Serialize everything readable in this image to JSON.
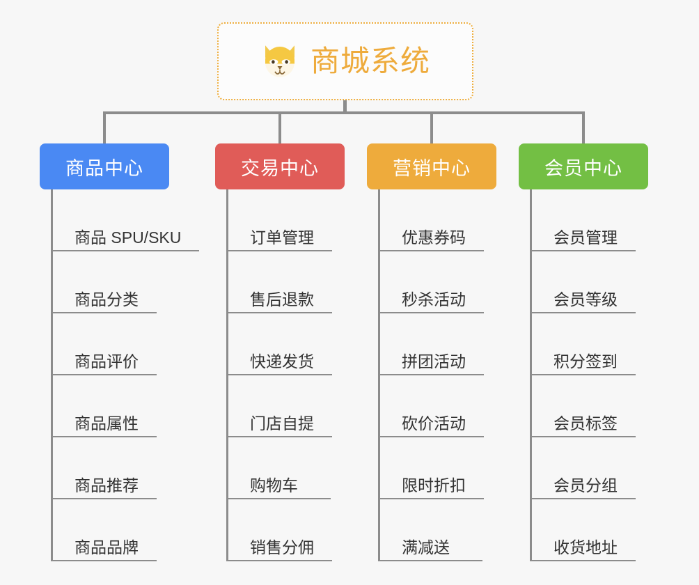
{
  "root": {
    "title": "商城系统",
    "icon": "shiba-dog-face-icon",
    "border_color": "#eeae3e",
    "text_color": "#eeab3c",
    "background": "#fcfcfc"
  },
  "canvas": {
    "background": "#f7f7f7",
    "connector_color": "#8c8c8c"
  },
  "branches": [
    {
      "id": "product-center",
      "label": "商品中心",
      "color": "#4a89f3",
      "items": [
        {
          "label": "商品 SPU/SKU"
        },
        {
          "label": "商品分类"
        },
        {
          "label": "商品评价"
        },
        {
          "label": "商品属性"
        },
        {
          "label": "商品推荐"
        },
        {
          "label": "商品品牌"
        }
      ]
    },
    {
      "id": "trade-center",
      "label": "交易中心",
      "color": "#e05c58",
      "items": [
        {
          "label": "订单管理"
        },
        {
          "label": "售后退款"
        },
        {
          "label": "快递发货"
        },
        {
          "label": "门店自提"
        },
        {
          "label": "购物车"
        },
        {
          "label": "销售分佣"
        }
      ]
    },
    {
      "id": "marketing-center",
      "label": "营销中心",
      "color": "#eeab3c",
      "items": [
        {
          "label": "优惠券码"
        },
        {
          "label": "秒杀活动"
        },
        {
          "label": "拼团活动"
        },
        {
          "label": "砍价活动"
        },
        {
          "label": "限时折扣"
        },
        {
          "label": "满减送"
        }
      ]
    },
    {
      "id": "member-center",
      "label": "会员中心",
      "color": "#73bf44",
      "items": [
        {
          "label": "会员管理"
        },
        {
          "label": "会员等级"
        },
        {
          "label": "积分签到"
        },
        {
          "label": "会员标签"
        },
        {
          "label": "会员分组"
        },
        {
          "label": "收货地址"
        }
      ]
    }
  ]
}
